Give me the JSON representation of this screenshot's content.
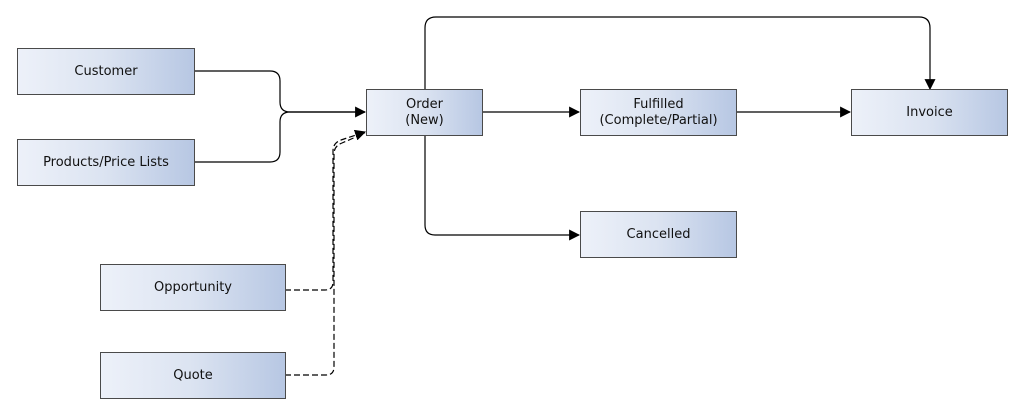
{
  "nodes": {
    "customer": "Customer",
    "products": "Products/Price Lists",
    "opportunity": "Opportunity",
    "quote": "Quote",
    "order": "Order\n(New)",
    "fulfilled": "Fulfilled\n(Complete/Partial)",
    "cancelled": "Cancelled",
    "invoice": "Invoice"
  },
  "colors": {
    "box_light": "#edf1f9",
    "box_dark": "#b7c7e3",
    "border": "#4a4a4a",
    "edge": "#000000"
  }
}
